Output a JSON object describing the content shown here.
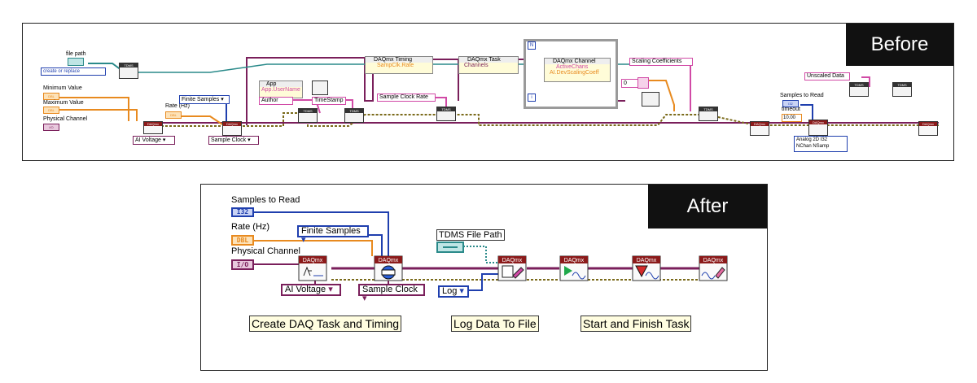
{
  "before": {
    "tag": "Before",
    "controls": {
      "file_path": "file path",
      "create_or_replace": "create or replace",
      "minimum_value": "Minimum Value",
      "maximum_value": "Maximum Value",
      "physical_channel": "Physical Channel",
      "finite_samples": "Finite Samples",
      "rate_hz": "Rate (Hz)",
      "ai_voltage": "AI Voltage",
      "sample_clock": "Sample Clock",
      "app": "App",
      "app_username": "App.UserName",
      "author": "Author",
      "timestamp": "TimeStamp",
      "daqmx_timing": "DAQmx Timing",
      "sampclk_rate": "SampClk.Rate",
      "sample_clock_rate": "Sample Clock Rate",
      "daqmx_task": "DAQmx Task",
      "channels": "Channels",
      "daqmx_channel": "DAQmx Channel",
      "active_chans": "ActiveChans",
      "ai_dev_scaling_coeff": "AI.DevScalingCoeff",
      "scaling_coefficients": "Scaling Coefficients",
      "unscaled_data": "Unscaled Data",
      "samples_to_read": "Samples to Read",
      "timeout": "timeout",
      "timeout_value": "10.00",
      "read_type_line1": "Analog 2D I32",
      "read_type_line2": "NChan NSamp",
      "const_zero": "0",
      "n_label": "N",
      "i_label": "i"
    },
    "type_badges": {
      "dbl": "DBL",
      "i32": "I32",
      "io": "I/O",
      "tdms": "TDMS",
      "daqmx": "DAQmx"
    }
  },
  "after": {
    "tag": "After",
    "controls": {
      "samples_to_read": "Samples to Read",
      "i32": "I32",
      "rate_hz": "Rate (Hz)",
      "dbl": "DBL",
      "physical_channel": "Physical Channel",
      "io": "I/O",
      "finite_samples": "Finite Samples",
      "tdms_file_path": "TDMS File Path",
      "ai_voltage": "AI Voltage",
      "sample_clock": "Sample Clock",
      "log": "Log",
      "daqmx": "DAQmx"
    },
    "captions": {
      "create": "Create DAQ Task and Timing",
      "log": "Log Data To File",
      "start_finish": "Start and Finish Task"
    }
  },
  "colors": {
    "wire_task": "#7a1f5b",
    "wire_error": "#7a6a1a",
    "wire_dbl": "#e88a1f",
    "wire_int": "#1f3fae",
    "wire_path": "#2a8a8a",
    "wire_string": "#d14aa6",
    "daqmx_header": "#8b1a1a",
    "tag_bg": "#111111"
  }
}
